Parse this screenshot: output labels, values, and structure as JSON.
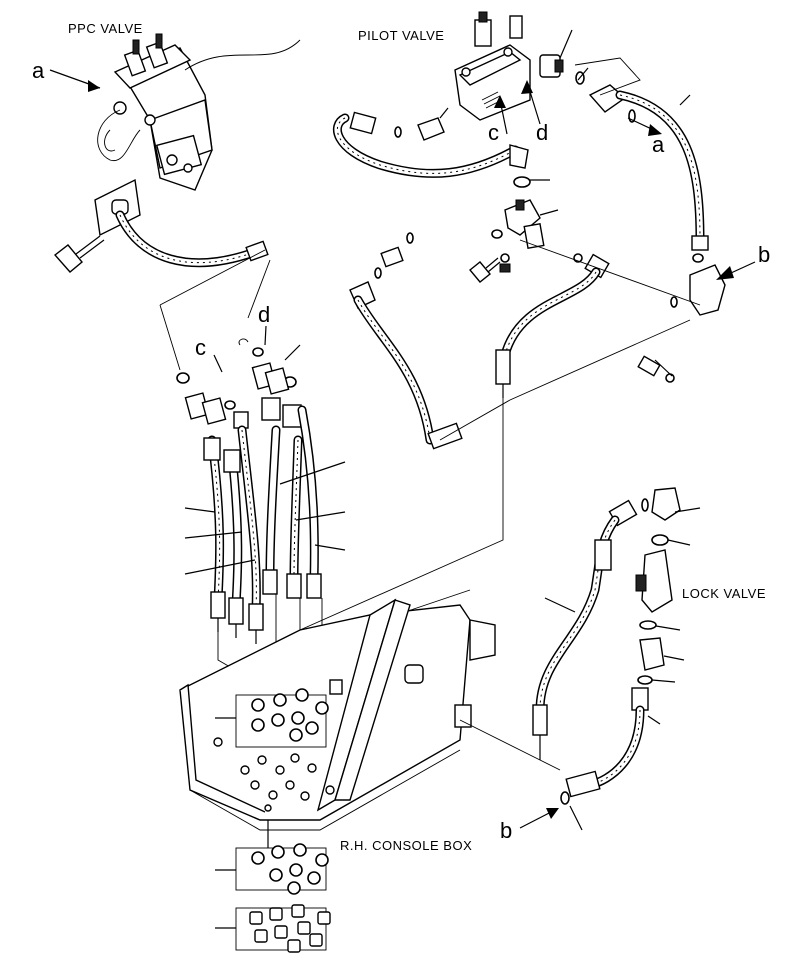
{
  "labels": {
    "ppc_valve": "PPC VALVE",
    "pilot_valve": "PILOT VALVE",
    "lock_valve": "LOCK VALVE",
    "console_box": "R.H. CONSOLE BOX"
  },
  "callouts": {
    "a": "a",
    "b": "b",
    "c": "c",
    "d": "d"
  },
  "colors": {
    "line": "#000000",
    "background": "#ffffff"
  }
}
